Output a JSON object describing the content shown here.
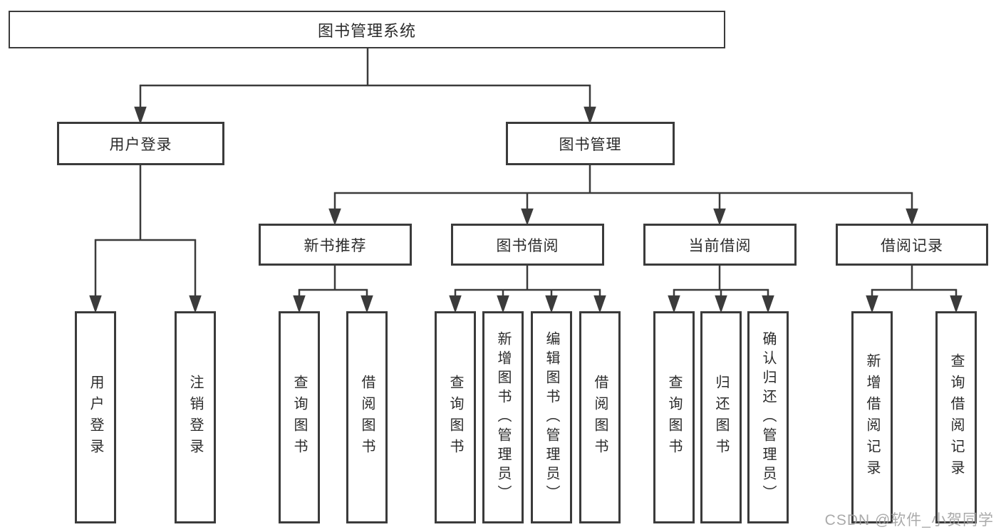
{
  "diagram": {
    "title": {
      "label": "图书管理系统"
    },
    "level2": [
      {
        "label": "用户登录"
      },
      {
        "label": "图书管理"
      }
    ],
    "level3": [
      {
        "label": "新书推荐"
      },
      {
        "label": "图书借阅"
      },
      {
        "label": "当前借阅"
      },
      {
        "label": "借阅记录"
      }
    ],
    "leaves": {
      "user_login": [
        {
          "label": "用户登录"
        },
        {
          "label": "注销登录"
        }
      ],
      "new_book_rec": [
        {
          "label": "查询图书"
        },
        {
          "label": "借阅图书"
        }
      ],
      "book_borrow": [
        {
          "label": "查询图书"
        },
        {
          "label": "新增图书（管理员）"
        },
        {
          "label": "编辑图书（管理员）"
        },
        {
          "label": "借阅图书"
        }
      ],
      "current_borrow": [
        {
          "label": "查询图书"
        },
        {
          "label": "归还图书"
        },
        {
          "label": "确认归还（管理员）"
        }
      ],
      "borrow_records": [
        {
          "label": "新增借阅记录"
        },
        {
          "label": "查询借阅记录"
        }
      ]
    },
    "watermark": {
      "label": "CSDN @软件_小贺同学"
    },
    "colors": {
      "line": "#3b3b3b",
      "box_border": "#3b3b3b",
      "text": "#2b2b2b",
      "watermark": "#9e9e9e",
      "background": "#ffffff"
    }
  }
}
